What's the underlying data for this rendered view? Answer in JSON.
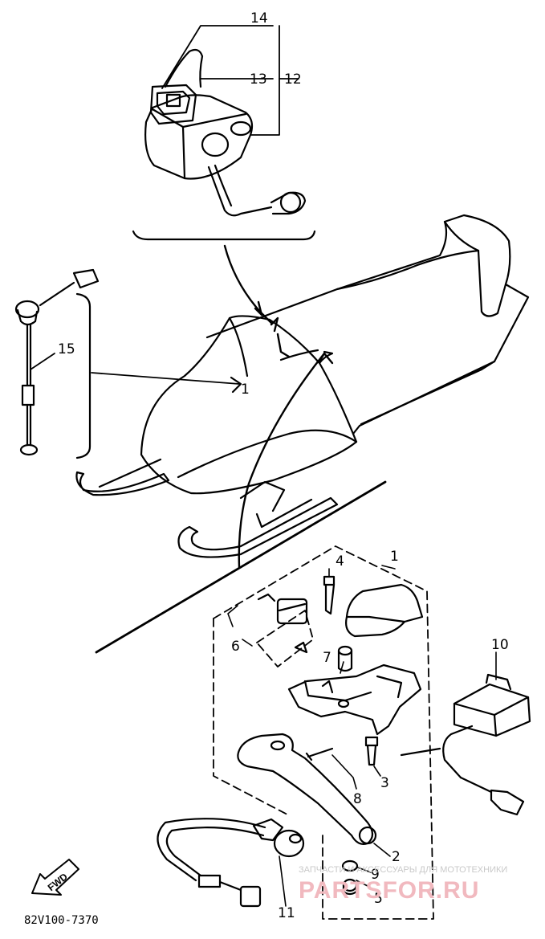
{
  "diagram": {
    "callouts": {
      "n1_top": "1",
      "n1_bottom": "1",
      "n2": "2",
      "n3": "3",
      "n4": "4",
      "n5": "5",
      "n6": "6",
      "n7": "7",
      "n8": "8",
      "n9": "9",
      "n10": "10",
      "n11": "11",
      "n12": "12",
      "n13": "13",
      "n14": "14",
      "n15": "15"
    },
    "fwd_label": "FWD",
    "part_code": "82V100-7370"
  },
  "watermark": {
    "line1": "ЗАПЧАСТИ И АКСЕССУАРЫ ДЛЯ МОТОТЕХНИКИ",
    "line2": "PARTSFOR.RU"
  }
}
